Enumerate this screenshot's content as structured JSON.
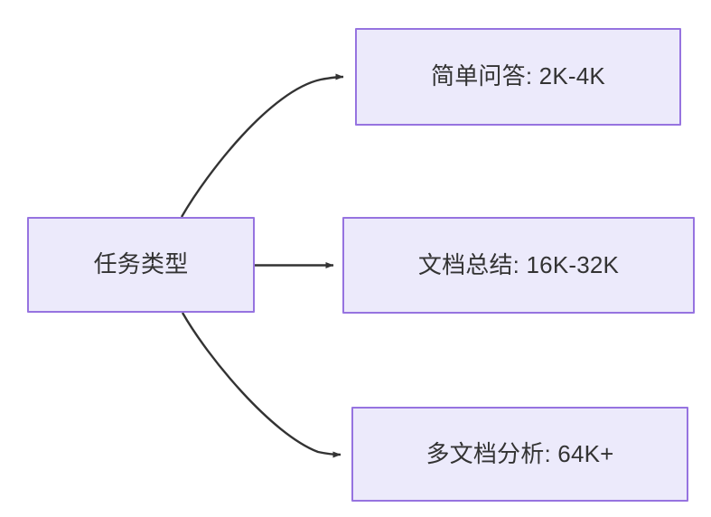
{
  "diagram": {
    "type": "flowchart",
    "direction": "left-to-right",
    "background_color": "#FFFFFF",
    "node_fill_color": "#ECEAFB",
    "node_border_color": "#9673E0",
    "node_text_color": "#333333",
    "edge_color": "#333333",
    "nodes": [
      {
        "id": "source",
        "label": "任务类型"
      },
      {
        "id": "simple_qa",
        "label": "简单问答: 2K-4K"
      },
      {
        "id": "doc_summary",
        "label": "文档总结: 16K-32K"
      },
      {
        "id": "multi_doc",
        "label": "多文档分析: 64K+"
      }
    ],
    "edges": [
      {
        "from": "source",
        "to": "simple_qa",
        "label": "",
        "style": "curved-arrow"
      },
      {
        "from": "source",
        "to": "doc_summary",
        "label": "",
        "style": "straight-arrow"
      },
      {
        "from": "source",
        "to": "multi_doc",
        "label": "",
        "style": "curved-arrow"
      }
    ]
  }
}
